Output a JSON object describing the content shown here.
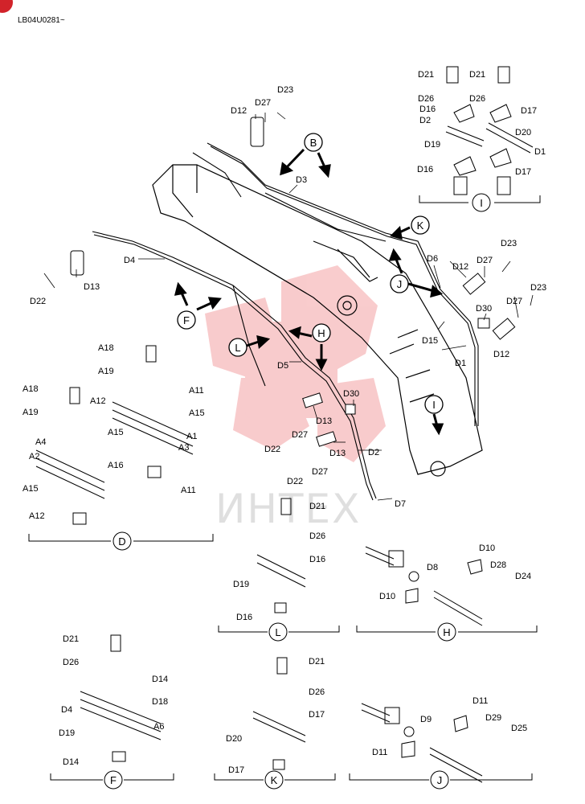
{
  "document": {
    "code": "LB04U0281~",
    "watermark": "ИНТЕХ"
  },
  "callouts": [
    "B",
    "K",
    "J",
    "F",
    "L",
    "H",
    "I"
  ],
  "main_labels": [
    "D12",
    "D27",
    "D23",
    "D3",
    "D4",
    "D13",
    "D22",
    "D5",
    "D30",
    "D13",
    "D22",
    "D27",
    "D2",
    "D13",
    "D22",
    "D27",
    "D7",
    "D6",
    "D12",
    "D27",
    "D23",
    "D30",
    "D15",
    "D27",
    "D23",
    "D12",
    "D1"
  ],
  "views": {
    "I": {
      "title": "I",
      "labels": [
        "D21",
        "D21",
        "D26",
        "D26",
        "D16",
        "D17",
        "D2",
        "D20",
        "D19",
        "D1",
        "D16",
        "D17"
      ]
    },
    "D": {
      "title": "D",
      "labels": [
        "A18",
        "A19",
        "A11",
        "A15",
        "A1",
        "A15",
        "A3",
        "A18",
        "A19",
        "A12",
        "A4",
        "A2",
        "A16",
        "A15",
        "A12",
        "A11"
      ]
    },
    "L": {
      "title": "L",
      "labels": [
        "D21",
        "D26",
        "D16",
        "D19",
        "D16"
      ]
    },
    "H": {
      "title": "H",
      "labels": [
        "D10",
        "D28",
        "D24",
        "D8",
        "D10"
      ]
    },
    "F": {
      "title": "F",
      "labels": [
        "D21",
        "D26",
        "D14",
        "D18",
        "D4",
        "A6",
        "D19",
        "D14"
      ]
    },
    "K": {
      "title": "K",
      "labels": [
        "D21",
        "D26",
        "D17",
        "D20",
        "D17"
      ]
    },
    "J": {
      "title": "J",
      "labels": [
        "D11",
        "D9",
        "D29",
        "D25",
        "D11"
      ]
    }
  },
  "colors": {
    "ink": "#000000",
    "watermark_red": "#e8474c",
    "badge": "#d2232a"
  }
}
